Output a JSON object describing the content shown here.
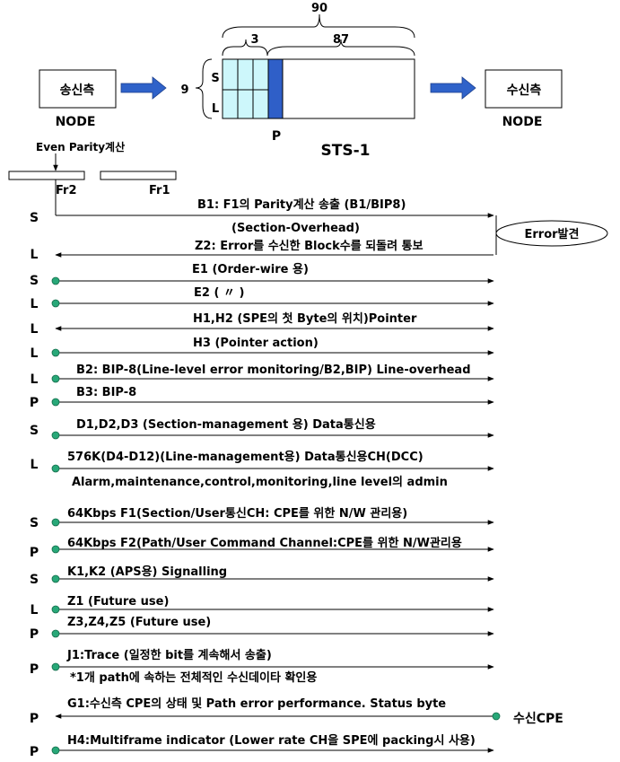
{
  "header": {
    "total_cols": "90",
    "overhead_cols": "3",
    "payload_cols": "87",
    "rows": "9",
    "row_s": "S",
    "row_l": "L",
    "path_label": "P",
    "frame_name": "STS-1",
    "sender_box": "송신측",
    "sender_node": "NODE",
    "receiver_box": "수신측",
    "receiver_node": "NODE"
  },
  "parity": {
    "label": "Even Parity계산",
    "fr2": "Fr2",
    "fr1": "Fr1"
  },
  "error_found": "Error발견",
  "rows": [
    {
      "layer": "S",
      "text": "B1:  F1의 Parity계산 송출 (B1/BIP8)",
      "sub": "(Section-Overhead)",
      "dir": "right",
      "dot": false
    },
    {
      "layer": "L",
      "text": "Z2: Error를 수신한 Block수를 되돌려 통보",
      "sub": "",
      "dir": "left",
      "dot": false
    },
    {
      "layer": "S",
      "text": "E1 (Order-wire 용)",
      "sub": "",
      "dir": "right",
      "dot": true
    },
    {
      "layer": "L",
      "text": "E2 (            〃            )",
      "sub": "",
      "dir": "right",
      "dot": true
    },
    {
      "layer": "L",
      "text": "H1,H2 (SPE의 첫 Byte의 위치)Pointer",
      "sub": "",
      "dir": "both",
      "dot": false
    },
    {
      "layer": "L",
      "text": "H3 (Pointer action)",
      "sub": "",
      "dir": "right",
      "dot": true
    },
    {
      "layer": "L",
      "text": "B2: BIP-8(Line-level error monitoring/B2,BIP) Line-overhead",
      "sub": "",
      "dir": "right",
      "dot": true
    },
    {
      "layer": "P",
      "text": "B3: BIP-8",
      "sub": "",
      "dir": "right",
      "dot": true
    },
    {
      "layer": "S",
      "text": "D1,D2,D3 (Section-management 용) Data통신용",
      "sub": "",
      "dir": "right",
      "dot": true
    },
    {
      "layer": "L",
      "text": "576K(D4-D12)(Line-management용) Data통신용CH(DCC)",
      "sub": "Alarm,maintenance,control,monitoring,line level의 admin",
      "dir": "right",
      "dot": true
    },
    {
      "layer": "S",
      "text": "64Kbps  F1(Section/User통신CH: CPE를 위한 N/W 관리용)",
      "sub": "",
      "dir": "right",
      "dot": true
    },
    {
      "layer": "P",
      "text": "64Kbps F2(Path/User Command Channel:CPE를 위한 N/W관리용",
      "sub": "",
      "dir": "right",
      "dot": true
    },
    {
      "layer": "S",
      "text": "K1,K2 (APS용) Signalling",
      "sub": "",
      "dir": "right",
      "dot": true
    },
    {
      "layer": "L",
      "text": "Z1 (Future use)",
      "sub": "",
      "dir": "right",
      "dot": true
    },
    {
      "layer": "P",
      "text": "Z3,Z4,Z5 (Future use)",
      "sub": "",
      "dir": "right",
      "dot": true
    },
    {
      "layer": "P",
      "text": "J1:Trace (일정한 bit를 계속해서 송출)",
      "sub": "*1개 path에 속하는 전체적인 수신데이타 확인용",
      "dir": "right",
      "dot": true
    },
    {
      "layer": "P",
      "text": "G1:수신측 CPE의 상태 및 Path error performance.  Status byte",
      "sub": "",
      "dir": "left",
      "dot": false
    },
    {
      "layer": "P",
      "text": "H4:Multiframe indicator (Lower rate CH을 SPE에 packing시 사용)",
      "sub": "",
      "dir": "right",
      "dot": true
    }
  ],
  "receiver_cpe": "수신CPE",
  "colors": {
    "overhead_fill": "#cdf7fb",
    "pointer_fill": "#2f5fc8",
    "payload_fill": "#ffffff",
    "arrow_blue": "#2f62c9",
    "dot_green": "#28a878"
  }
}
